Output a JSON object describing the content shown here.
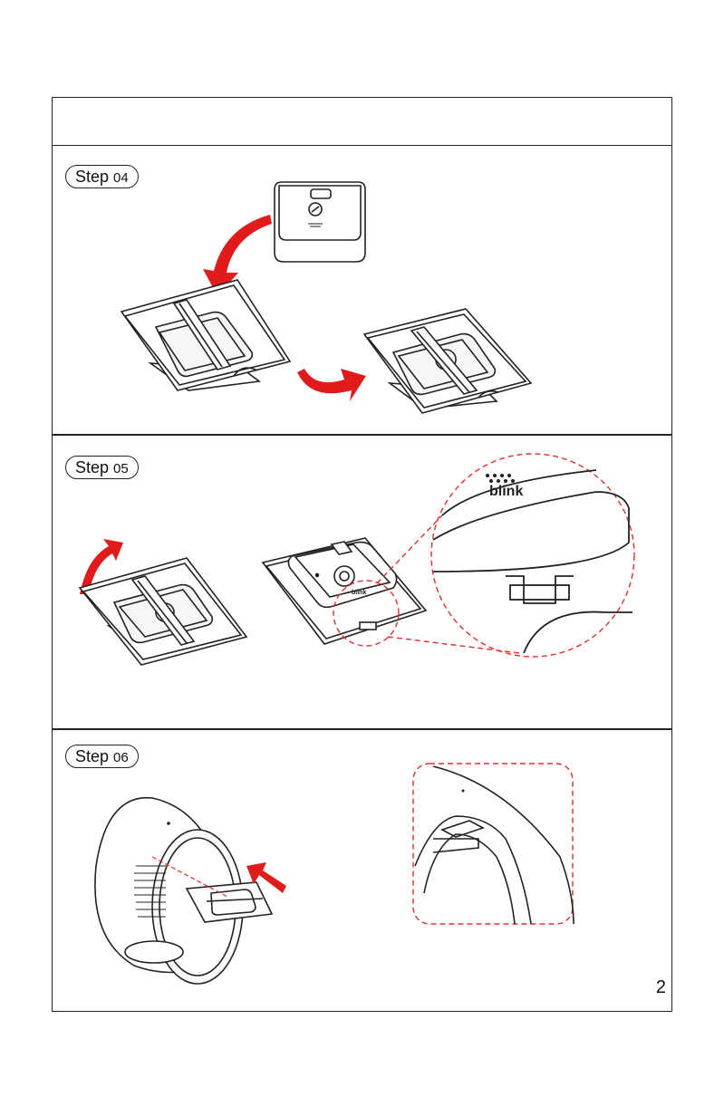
{
  "steps": [
    {
      "word": "Step",
      "number": "04"
    },
    {
      "word": "Step",
      "number": "05"
    },
    {
      "word": "Step",
      "number": "06"
    }
  ],
  "brand_text": "blink",
  "page_number": "2",
  "colors": {
    "line": "#222222",
    "arrow": "#e01b1b",
    "callout": "#e03030"
  }
}
